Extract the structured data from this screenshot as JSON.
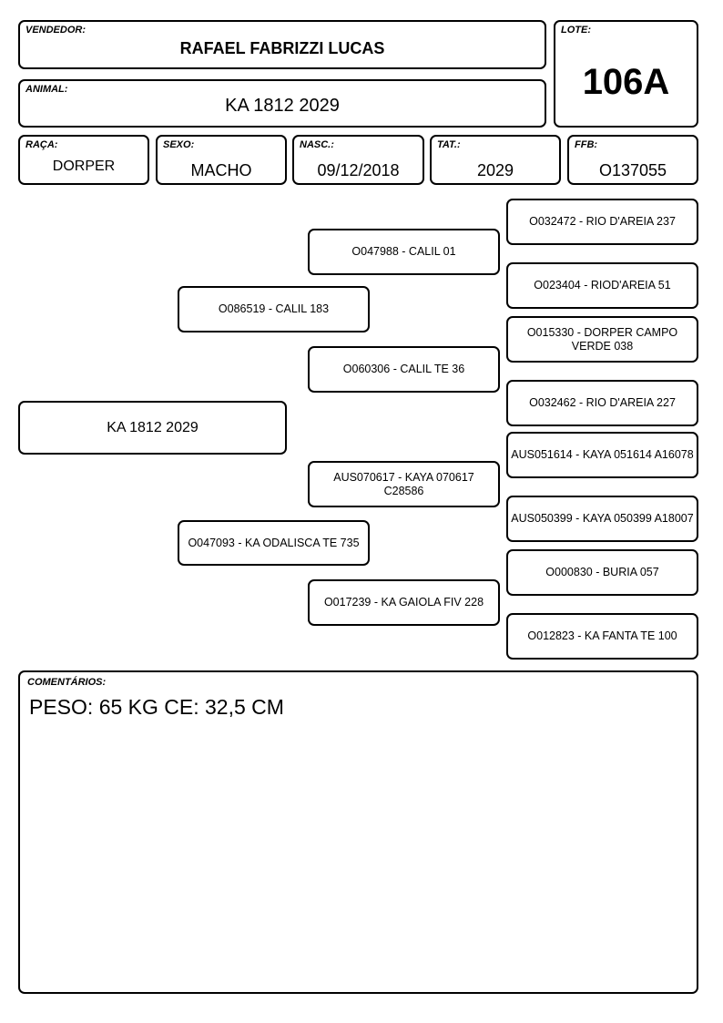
{
  "header": {
    "vendedor_label": "VENDEDOR:",
    "vendedor": "RAFAEL FABRIZZI LUCAS",
    "lote_label": "LOTE:",
    "lote": "106A",
    "animal_label": "ANIMAL:",
    "animal": "KA 1812 2029"
  },
  "details": {
    "raca_label": "RAÇA:",
    "raca": "DORPER",
    "sexo_label": "SEXO:",
    "sexo": "MACHO",
    "nasc_label": "NASC.:",
    "nasc": "09/12/2018",
    "tat_label": "TAT.:",
    "tat": "2029",
    "ffb_label": "FFB:",
    "ffb": "O137055"
  },
  "pedigree": {
    "animal": "KA 1812 2029",
    "sire": "O086519 - CALIL 183",
    "dam": "O047093 - KA ODALISCA TE 735",
    "sire_sire": "O047988 - CALIL 01",
    "sire_dam": "O060306 - CALIL TE 36",
    "dam_sire": "AUS070617 - KAYA 070617 C28586",
    "dam_dam": "O017239 - KA GAIOLA FIV 228",
    "ggp": [
      "O032472 - RIO D'AREIA 237",
      "O023404 - RIOD'AREIA 51",
      "O015330 - DORPER CAMPO VERDE 038",
      "O032462 - RIO D'AREIA 227",
      "AUS051614 - KAYA 051614 A16078",
      "AUS050399 - KAYA 050399 A18007",
      "O000830 - BURIA 057",
      "O012823 - KA FANTA TE 100"
    ]
  },
  "comments": {
    "label": "COMENTÁRIOS:",
    "text": "PESO: 65 KG CE: 32,5 CM"
  }
}
